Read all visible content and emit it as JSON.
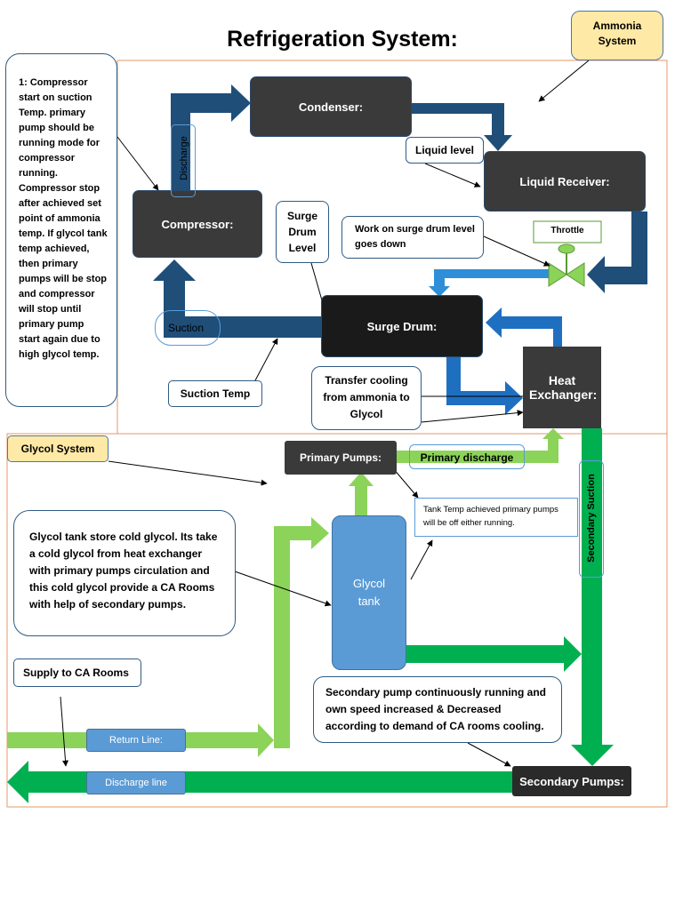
{
  "title": "Refrigeration System:",
  "labels": {
    "ammonia_system": "Ammonia System",
    "glycol_system": "Glycol System"
  },
  "nodes": {
    "condenser": "Condenser:",
    "liquid_receiver": "Liquid Receiver:",
    "compressor": "Compressor:",
    "surge_drum": "Surge Drum:",
    "heat_exchanger": "Heat Exchanger:",
    "primary_pumps": "Primary Pumps:",
    "glycol_tank": "Glycol tank",
    "secondary_pumps": "Secondary Pumps:"
  },
  "pipe_labels": {
    "discharge": "Discharge",
    "suction": "Suction",
    "throttle": "Throttle",
    "primary_discharge": "Primary discharge",
    "secondary_suction": "Secondary Suction",
    "return_line": "Return Line:",
    "discharge_line": "Discharge line"
  },
  "notes": {
    "compressor_note": "1: Compressor start on suction Temp. primary pump should be running mode for compressor running. Compressor stop after achieved set point of ammonia temp. If glycol tank temp achieved, then primary pumps will be stop and compressor will stop until primary pump start again due to high glycol temp.",
    "liquid_level": "Liquid level",
    "surge_drum_level": "Surge Drum Level",
    "work_on_surge": "Work on surge drum level goes down",
    "suction_temp": "Suction Temp",
    "transfer_cooling": "Transfer cooling from ammonia to Glycol",
    "tank_temp": "Tank Temp achieved primary pumps will be off either running.",
    "glycol_tank_note": "Glycol tank store cold glycol. Its take a cold glycol from heat exchanger with primary pumps circulation and this cold glycol provide a  CA Rooms with help of secondary pumps.",
    "supply_ca": "Supply to CA Rooms",
    "secondary_pump_note": "Secondary pump continuously running and own speed increased & Decreased according to demand of CA rooms cooling."
  },
  "colors": {
    "ammonia_dark": "#1f4e79",
    "ammonia_bright": "#1f6fc1",
    "ammonia_light": "#2e8fd8",
    "glycol_light": "#8cd35a",
    "glycol_green": "#00b050",
    "node_dark": "#3a3a3a",
    "tank_blue": "#5b9bd5",
    "frame_orange": "#e69a6a"
  }
}
